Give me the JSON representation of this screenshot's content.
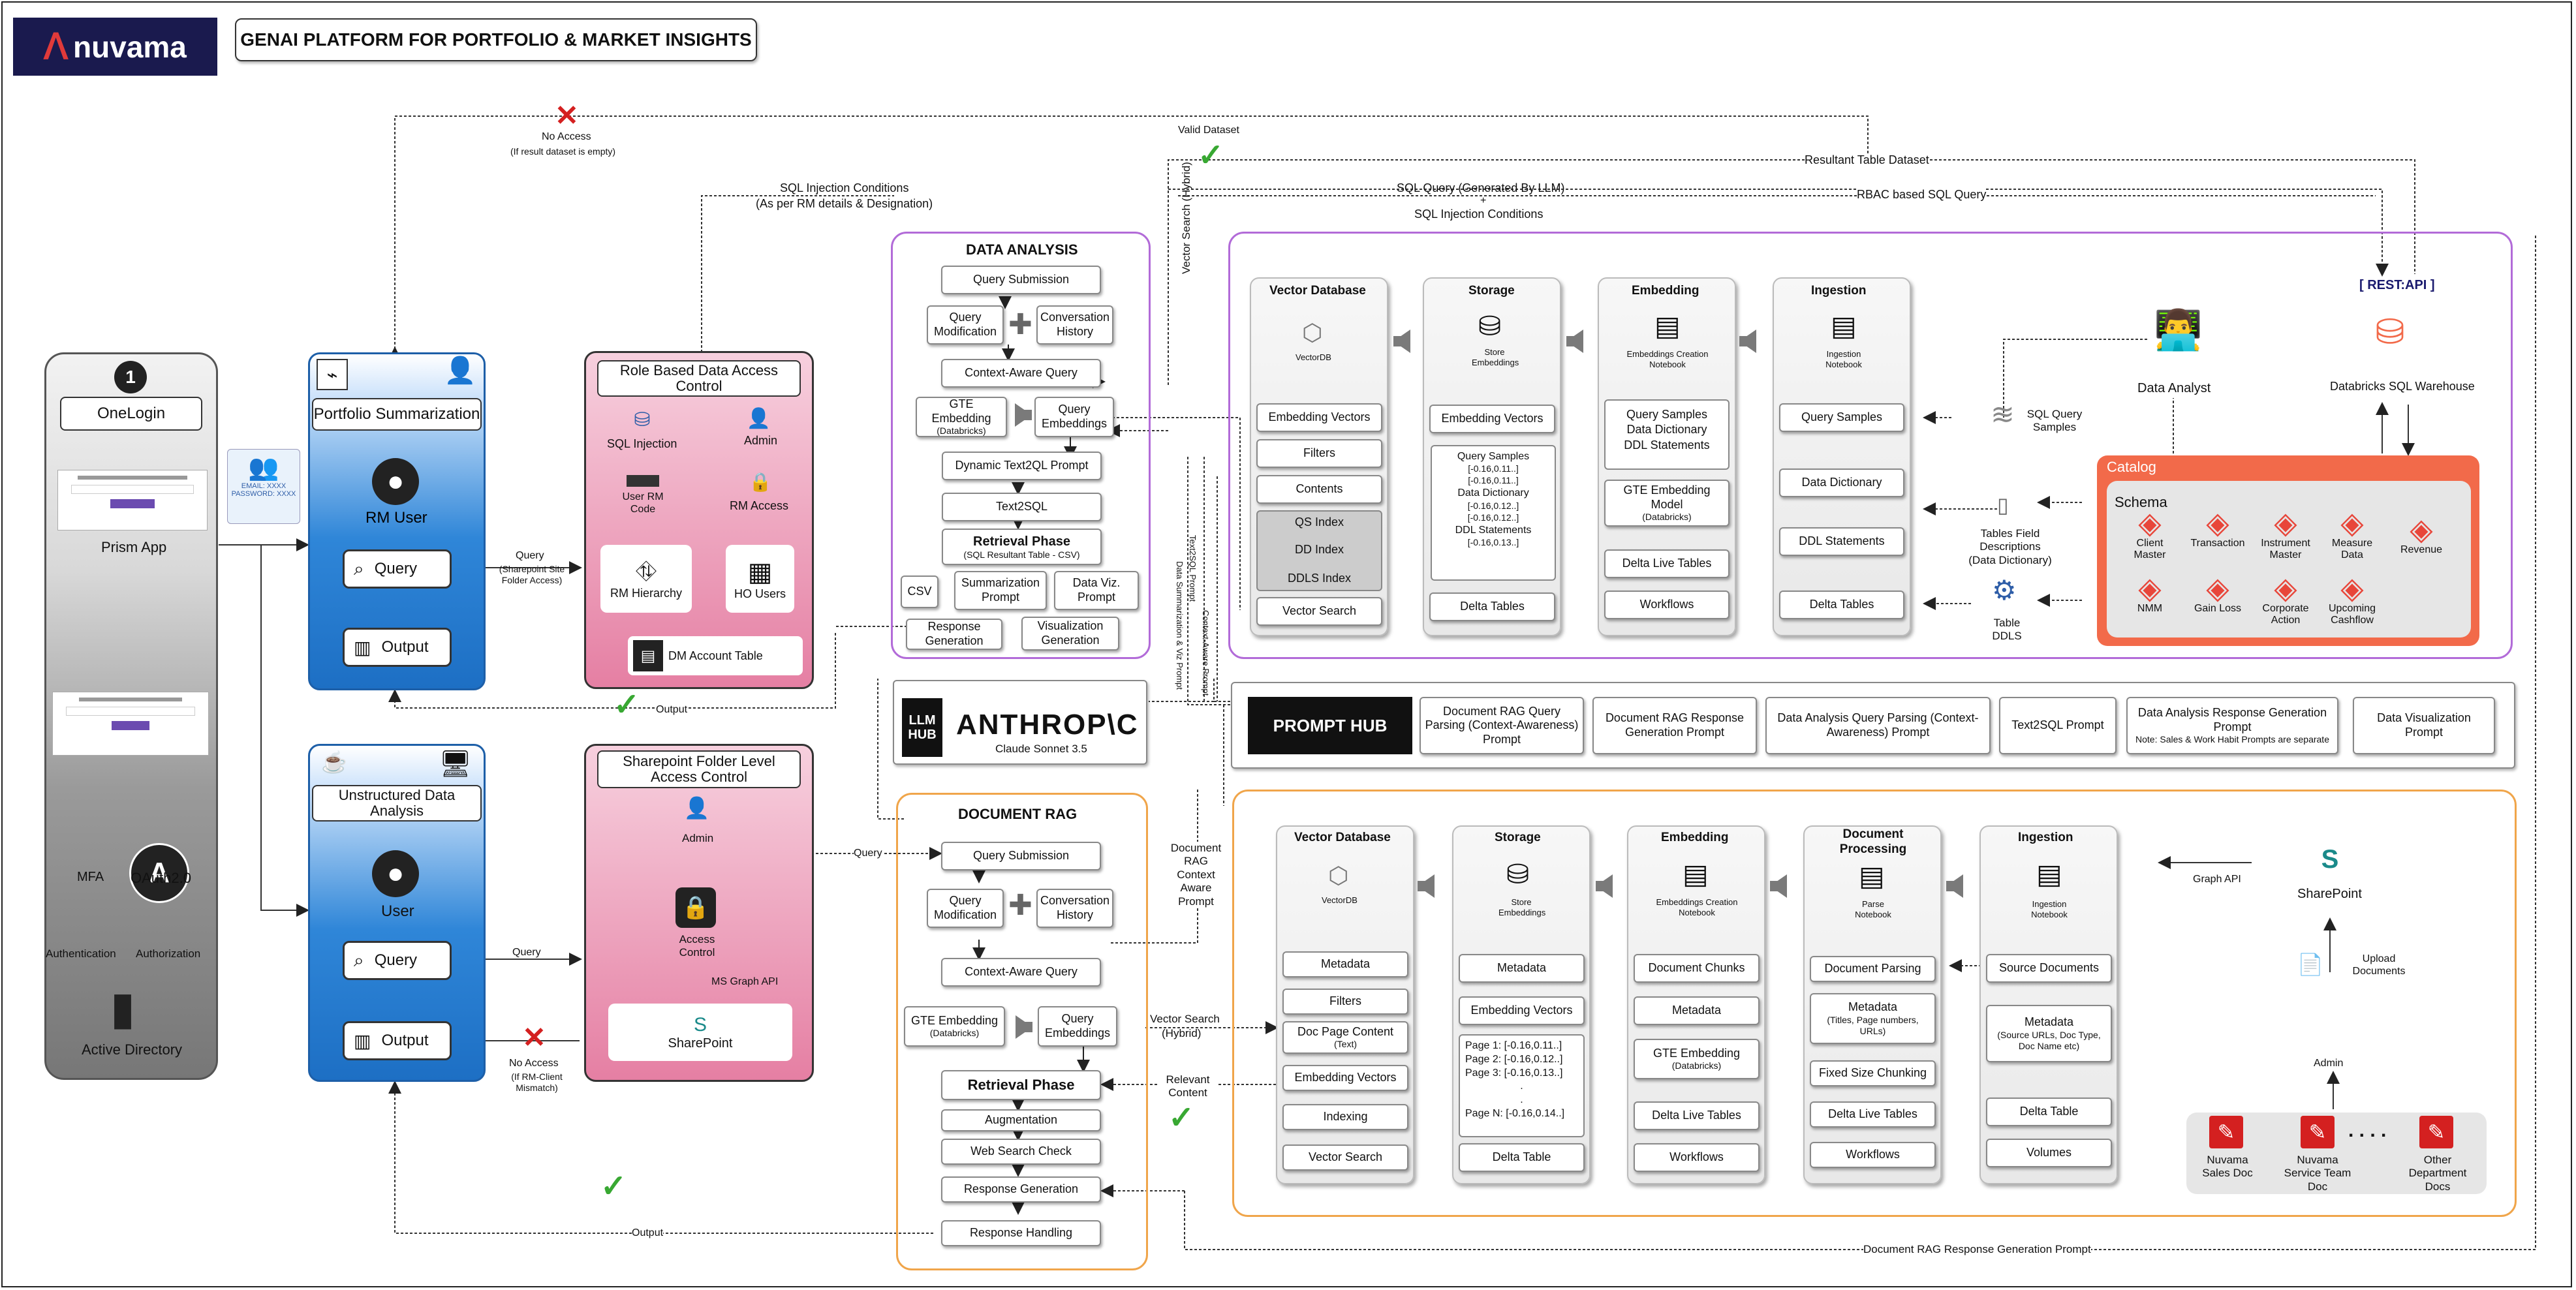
{
  "header": {
    "brand": "nuvama",
    "title": "GENAI PLATFORM FOR PORTFOLIO & MARKET INSIGHTS"
  },
  "colors": {
    "brand_navy": "#1a1a4e",
    "brand_red": "#e03a3a",
    "blue_panel": "#2f86d8",
    "pink_panel": "#e57fa3",
    "purple": "#b26bd8",
    "orange": "#f0a54a",
    "catalog_red": "#f26a4a",
    "check_green": "#38a832",
    "cross_red": "#d42020"
  },
  "login": {
    "step": "1",
    "title": "OneLogin",
    "prism": "Prism App",
    "mfa": "MFA",
    "oauth": "OAuth2.0",
    "authentication": "Authentication",
    "authorization": "Authorization",
    "ad": "Active Directory",
    "id_text1": "EMAIL: XXXX",
    "id_text2": "PASSWORD: XXXX"
  },
  "portfolio": {
    "title": "Portfolio Summarization",
    "user": "RM User",
    "query": "Query",
    "output": "Output"
  },
  "unstructured": {
    "title": "Unstructured Data Analysis",
    "user": "User",
    "query": "Query",
    "output": "Output"
  },
  "rbac": {
    "title": "Role Based Data Access Control",
    "sql_injection": "SQL Injection",
    "user_rm_code": "User RM Code",
    "admin": "Admin",
    "rm_access": "RM Access",
    "rm_hierarchy": "RM Hierarchy",
    "ho_users": "HO Users",
    "dm_account": "DM Account Table"
  },
  "sharepoint_acl": {
    "title": "Sharepoint Folder Level Access Control",
    "admin": "Admin",
    "access_control": "Access Control",
    "ms_graph": "MS Graph API",
    "sharepoint": "SharePoint"
  },
  "labels": {
    "no_access_1": "No Access",
    "no_access_1_sub": "(If result dataset is empty)",
    "valid_dataset": "Valid Dataset",
    "sql_inj_cond": "SQL Injection Conditions",
    "sql_inj_cond_sub": "(As per RM details & Designation)",
    "sql_query_llm": "SQL Query (Generated By LLM)",
    "plus": "+",
    "sql_inj_cond2": "SQL Injection Conditions",
    "resultant_table": "Resultant Table Dataset",
    "rbac_sql": "RBAC based SQL Query",
    "query_sharepoint": "Query",
    "query_sharepoint_sub": "(Sharepoint Site Folder Access)",
    "output1": "Output",
    "query2": "Query",
    "query3": "Query",
    "no_access_2": "No Access",
    "no_access_2_sub": "(If RM-Client Mismatch)",
    "output2": "Output",
    "vector_search_hybrid": "Vector Search (Hybrid)",
    "vector_search_hybrid2": "Vector Search",
    "hybrid2": "(Hybrid)",
    "relevant_content": "Relevant Content",
    "doc_rag_context": "Document RAG Context Aware Prompt",
    "context_aware_prompt": "Context-Aware Prompt",
    "text2sql_prompt": "Text2SQL Prompt",
    "data_summ_prompt": "Data Summarization & Viz Prompt",
    "doc_rag_resp_prompt": "Document RAG Response Generation Prompt",
    "graph_api": "Graph API",
    "upload_docs": "Upload Documents",
    "admin": "Admin"
  },
  "data_analysis": {
    "title": "DATA ANALYSIS",
    "query_submission": "Query Submission",
    "query_mod": "Query Modification",
    "conv_hist": "Conversation History",
    "context_query": "Context-Aware Query",
    "gte": "GTE Embedding",
    "gte_sub": "(Databricks)",
    "query_emb": "Query Embeddings",
    "dyn_prompt": "Dynamic Text2QL Prompt",
    "text2sql": "Text2SQL",
    "retrieval": "Retrieval Phase",
    "retrieval_sub": "(SQL Resultant Table - CSV)",
    "csv": "CSV",
    "summ_prompt": "Summarization Prompt",
    "dataviz_prompt": "Data Viz. Prompt",
    "resp_gen": "Response Generation",
    "viz_gen": "Visualization Generation"
  },
  "llm": {
    "hub": "LLM HUB",
    "name": "ANTHROP\\C",
    "model": "Claude Sonnet 3.5"
  },
  "prompt_hub": {
    "title": "PROMPT HUB",
    "items": [
      "Document RAG Query Parsing (Context-Awareness) Prompt",
      "Document RAG Response Generation Prompt",
      "Data Analysis Query Parsing (Context-Awareness) Prompt",
      "Text2SQL Prompt",
      "Data Analysis Response Generation Prompt",
      "Data Visualization Prompt"
    ],
    "note": "Note: Sales & Work Habit Prompts are separate"
  },
  "doc_rag": {
    "title": "DOCUMENT RAG",
    "query_submission": "Query Submission",
    "query_mod": "Query Modification",
    "conv_hist": "Conversation History",
    "context_query": "Context-Aware Query",
    "gte": "GTE Embedding",
    "gte_sub": "(Databricks)",
    "query_emb": "Query Embeddings",
    "retrieval": "Retrieval Phase",
    "augmentation": "Augmentation",
    "web_search": "Web Search Check",
    "resp_gen": "Response Generation",
    "resp_handling": "Response Handling"
  },
  "purple_pipeline": {
    "vector_db": {
      "title": "Vector Database",
      "icon_label": "VectorDB",
      "items": [
        "Embedding Vectors",
        "Filters",
        "Contents"
      ],
      "group": [
        "QS Index",
        "DD Index",
        "DDLS Index"
      ],
      "bottom": "Vector Search"
    },
    "storage": {
      "title": "Storage",
      "icon_label": "Store Embeddings",
      "item": "Embedding Vectors",
      "samples": [
        "Query Samples",
        "[-0.16,0.11..]",
        "[-0.16,0.11..]",
        "Data Dictionary",
        "[-0.16,0.12..]",
        "[-0.16,0.12..]",
        "DDL Statements",
        "[-0.16,0.13..]"
      ],
      "bottom": "Delta Tables"
    },
    "embedding": {
      "title": "Embedding",
      "icon_label": "Embeddings Creation Notebook",
      "group": [
        "Query Samples",
        "Data Dictionary",
        "DDL Statements"
      ],
      "model": "GTE Embedding Model",
      "model_sub": "(Databricks)",
      "dlt": "Delta Live Tables",
      "bottom": "Workflows"
    },
    "ingestion": {
      "title": "Ingestion",
      "icon_label": "Ingestion Notebook",
      "items": [
        "Query Samples",
        "Data Dictionary",
        "DDL Statements"
      ],
      "bottom": "Delta Tables"
    },
    "sources": {
      "sql_samples": "SQL Query Samples",
      "tables_fd": "Tables Field Descriptions (Data Dictionary)",
      "table_ddls": "Table DDLS",
      "analyst": "Data Analyst",
      "rest_api": "[ REST:API ]",
      "warehouse": "Databricks SQL Warehouse"
    },
    "catalog": {
      "title": "Catalog",
      "schema": "Schema",
      "tables": [
        "Client Master",
        "Transaction",
        "Instrument Master",
        "Measure Data",
        "Revenue",
        "NMM",
        "Gain Loss",
        "Corporate Action",
        "Upcoming Cashflow"
      ]
    }
  },
  "orange_pipeline": {
    "vector_db": {
      "title": "Vector Database",
      "icon_label": "VectorDB",
      "items": [
        "Metadata",
        "Filters",
        "Doc Page Content",
        "Embedding Vectors",
        "Indexing",
        "Vector Search"
      ],
      "doc_sub": "(Text)"
    },
    "storage": {
      "title": "Storage",
      "icon_label": "Store Embeddings",
      "items": [
        "Metadata",
        "Embedding Vectors"
      ],
      "pages": [
        "Page 1: [-0.16,0.11..]",
        "Page 2: [-0.16,0.12..]",
        "Page 3: [-0.16,0.13..]",
        ".",
        ".",
        "Page N: [-0.16,0.14..]"
      ],
      "bottom": "Delta Table"
    },
    "embedding": {
      "title": "Embedding",
      "icon_label": "Embeddings Creation Notebook",
      "items": [
        "Document Chunks",
        "Metadata",
        "GTE Embedding",
        "Delta Live Tables",
        "Workflows"
      ],
      "gte_sub": "(Databricks)"
    },
    "docproc": {
      "title": "Document Processing",
      "icon_label": "Parse Notebook",
      "items": [
        "Document Parsing",
        "Metadata",
        "Fixed Size Chunking",
        "Delta Live Tables",
        "Workflows"
      ],
      "meta_sub": "(Titles, Page numbers, URLs)"
    },
    "ingestion": {
      "title": "Ingestion",
      "icon_label": "Ingestion Notebook",
      "items": [
        "Source Documents",
        "Metadata",
        "Delta Table",
        "Volumes"
      ],
      "meta_sub": "(Source URLs, Doc Type, Doc Name etc)"
    },
    "sharepoint": "SharePoint",
    "docs": [
      "Nuvama Sales Doc",
      "Nuvama Service Team Doc",
      "Other Department Docs"
    ],
    "dots": ". . . ."
  }
}
